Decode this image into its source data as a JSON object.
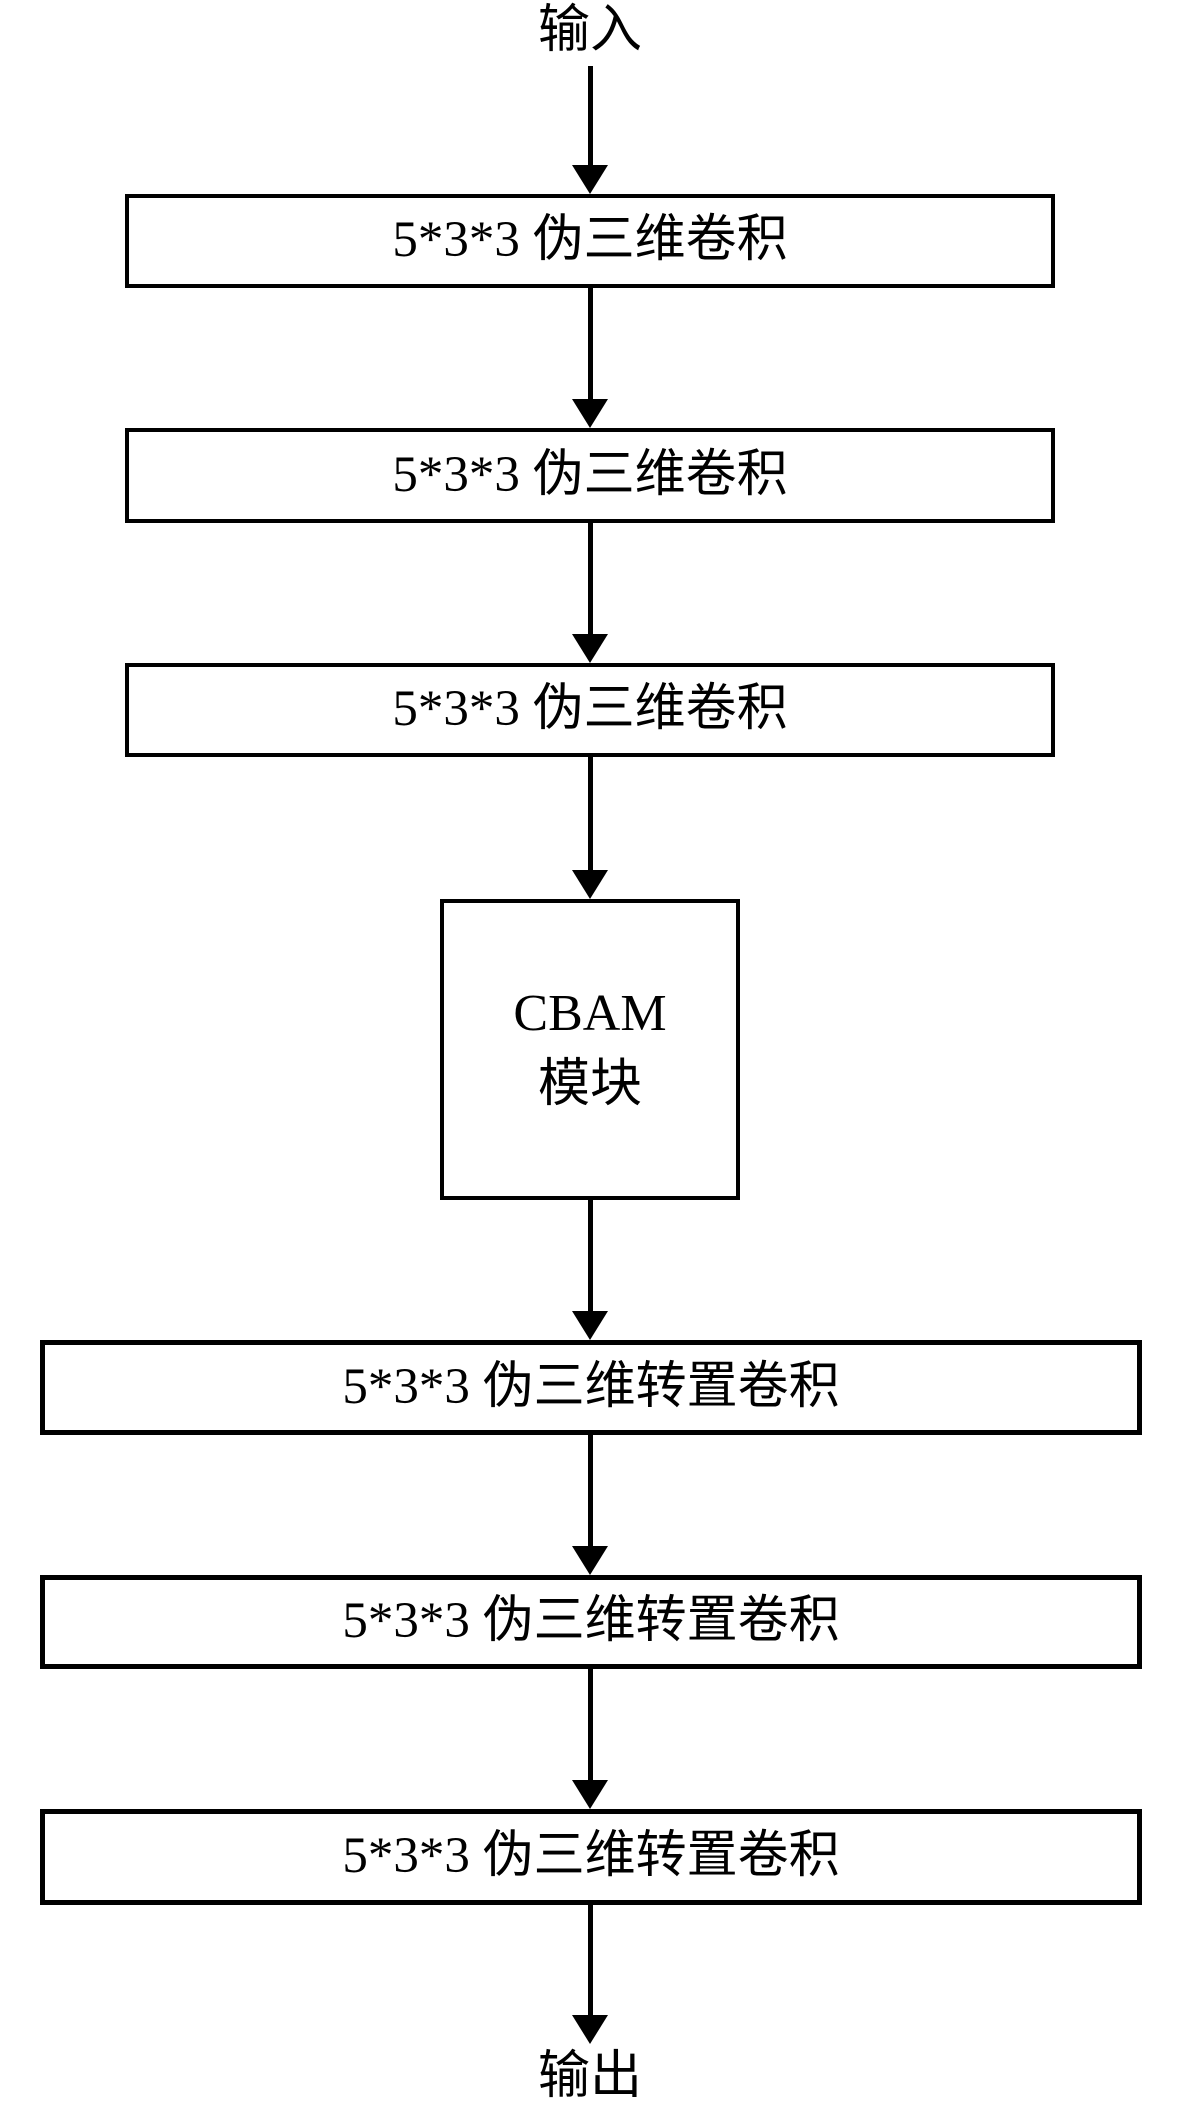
{
  "diagram": {
    "title_implied": "CBAM pseudo-3D convolution network flowchart",
    "input_label": "输入",
    "output_label": "输出",
    "nodes": [
      {
        "id": "conv1",
        "label": "5*3*3 伪三维卷积"
      },
      {
        "id": "conv2",
        "label": "5*3*3 伪三维卷积"
      },
      {
        "id": "conv3",
        "label": "5*3*3 伪三维卷积"
      },
      {
        "id": "cbam",
        "label_line1": "CBAM",
        "label_line2": "模块"
      },
      {
        "id": "deconv1",
        "label": "5*3*3 伪三维转置卷积"
      },
      {
        "id": "deconv2",
        "label": "5*3*3 伪三维转置卷积"
      },
      {
        "id": "deconv3",
        "label": "5*3*3 伪三维转置卷积"
      }
    ],
    "flow": [
      "输入",
      "conv1",
      "conv2",
      "conv3",
      "cbam",
      "deconv1",
      "deconv2",
      "deconv3",
      "输出"
    ],
    "colors": {
      "ink": "#000000",
      "box_fill": "#ffffff",
      "background": "#ffffff"
    }
  }
}
